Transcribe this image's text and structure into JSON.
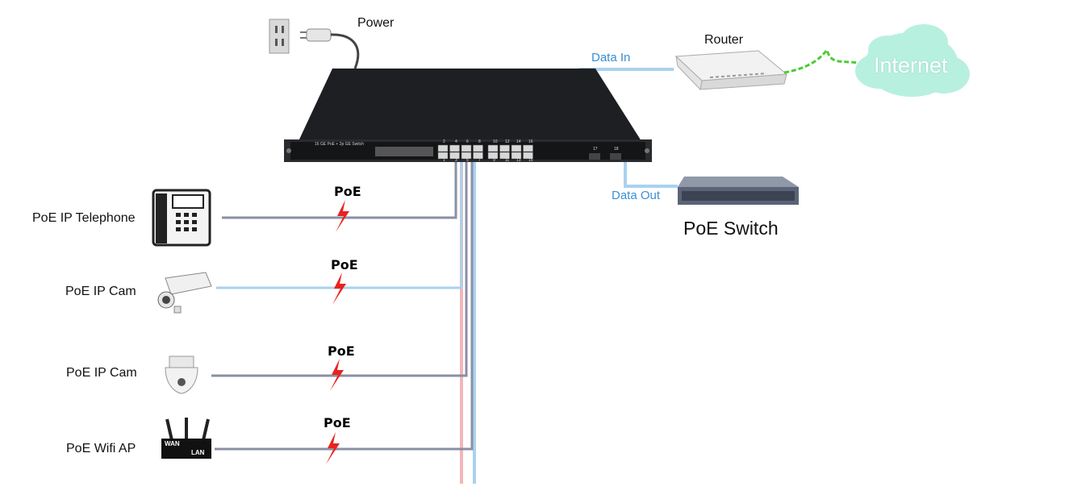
{
  "labels": {
    "power": "Power",
    "router": "Router",
    "internet": "Internet",
    "data_in": "Data In",
    "data_out": "Data Out",
    "poe_switch": "PoE Switch",
    "switch_faceplate": "16 GE PoE + 2p GE Switch",
    "wifi_wan": "WAN",
    "wifi_lan": "LAN"
  },
  "devices": [
    {
      "label": "PoE IP Telephone",
      "poe": "PoE"
    },
    {
      "label": "PoE IP Cam",
      "poe": "PoE"
    },
    {
      "label": "PoE IP Cam",
      "poe": "PoE"
    },
    {
      "label": "PoE Wifi AP",
      "poe": "PoE"
    }
  ],
  "port_numbers": {
    "top": [
      "2",
      "4",
      "6",
      "8",
      "10",
      "12",
      "14",
      "16"
    ],
    "bottom": [
      "1",
      "3",
      "5",
      "7",
      "9",
      "11",
      "13",
      "15"
    ],
    "sfp": [
      "17",
      "18"
    ]
  },
  "colors": {
    "cable_gray": "#8a8fa3",
    "cable_blue": "#a9d2ef",
    "cable_pink": "#f2b6b6",
    "data_blue": "#3a8fd4",
    "bolt_red": "#e8231f",
    "internet_cloud": "#b8f0e0",
    "internet_cable": "#4ccc33"
  }
}
